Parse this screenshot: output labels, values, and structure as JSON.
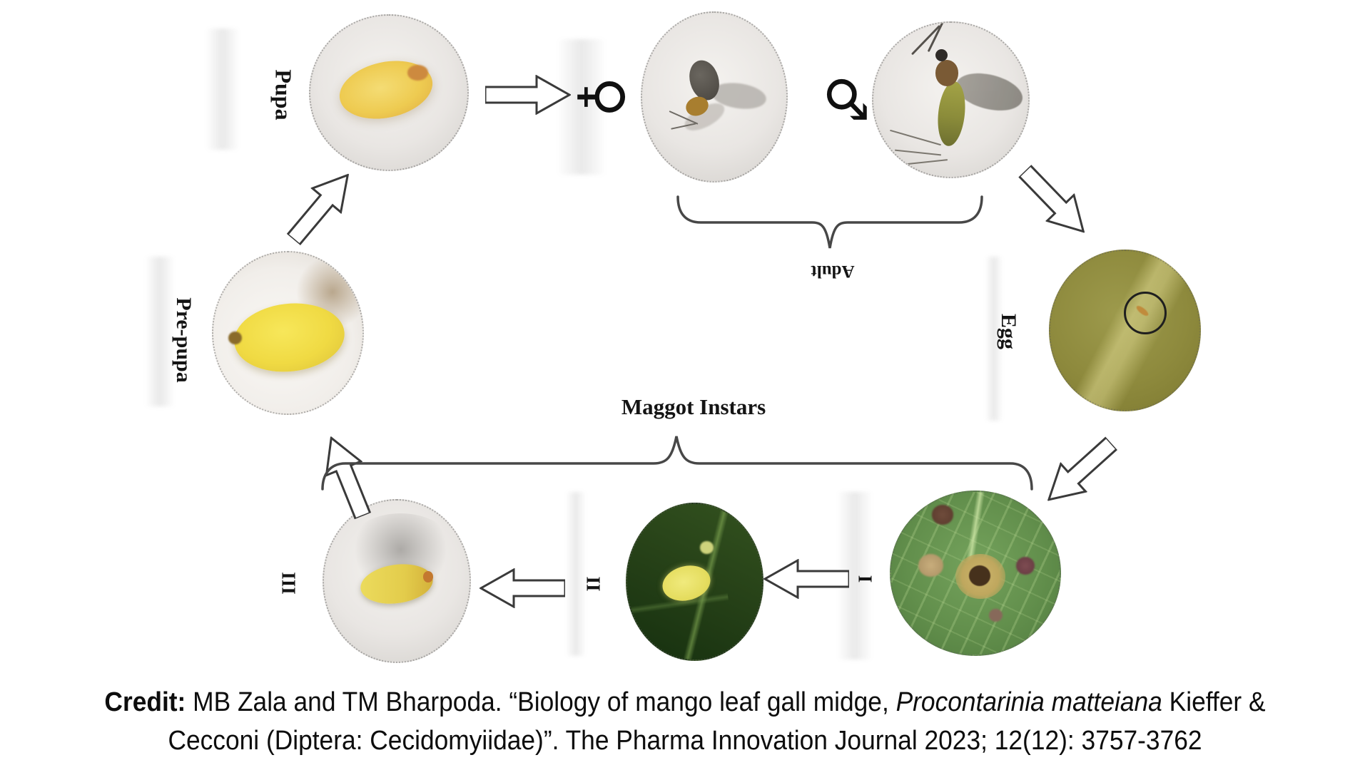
{
  "figure": {
    "stages": {
      "pupa": "Pupa",
      "pre_pupa": "Pre-pupa",
      "egg": "Egg",
      "adult": "Adult",
      "maggot_instars": "Maggot Instars",
      "instar_i": "I",
      "instar_ii": "II",
      "instar_iii": "III"
    },
    "symbols": {
      "female": "♀",
      "male": "♂"
    }
  },
  "credit": {
    "label": "Credit:",
    "line1_a": " MB Zala and TM Bharpoda. “Biology of mango leaf gall midge, ",
    "line1_italic": "Procontarinia matteiana",
    "line1_b": " Kieffer &",
    "line2": "Cecconi (Diptera: Cecidomyiidae)”. The Pharma Innovation Journal 2023; 12(12): 3757-3762"
  },
  "colors": {
    "label": "#141414",
    "arrow_stroke": "#3a3a3a",
    "brace_stroke": "#474747",
    "leaf_green": "#628f4c",
    "leaf_dark_green": "#274218",
    "egg_leaf_olive": "#8e8a3d",
    "specimen_yellow": "#eecb51"
  }
}
